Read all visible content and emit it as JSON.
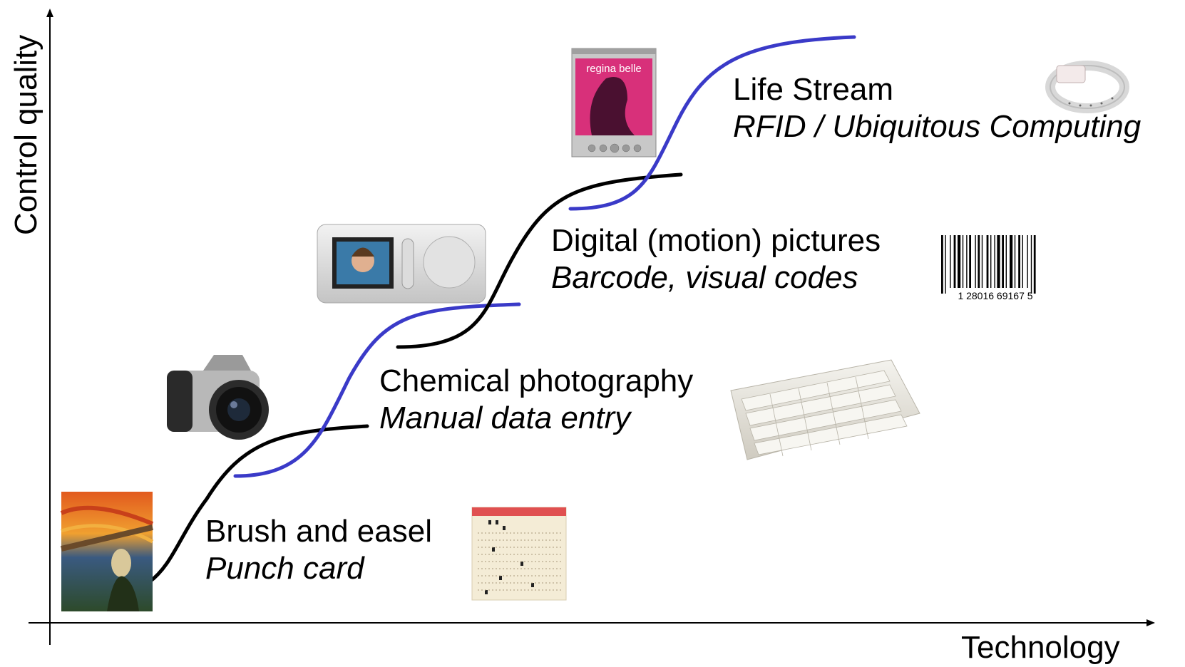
{
  "axes": {
    "y_label": "Control quality",
    "x_label": "Technology"
  },
  "stages": [
    {
      "title": "Brush and easel",
      "subtitle": "Punch card"
    },
    {
      "title": "Chemical photography",
      "subtitle": "Manual data entry"
    },
    {
      "title": "Digital (motion) pictures",
      "subtitle": "Barcode, visual codes"
    },
    {
      "title": "Life Stream",
      "subtitle": "RFID / Ubiquitous Computing"
    }
  ],
  "images": {
    "painting": "the-scream-painting",
    "punch_card": "punch-card",
    "film_camera": "slr-camera",
    "keyboard": "computer-keyboard",
    "digital_camera": "digital-camera",
    "barcode_number": "1 28016 69167 5",
    "media_player_title": "regina belle",
    "rfid_band": "rfid-wristband"
  },
  "colors": {
    "visual_curve": "#000000",
    "code_curve": "#3a3ac8"
  }
}
